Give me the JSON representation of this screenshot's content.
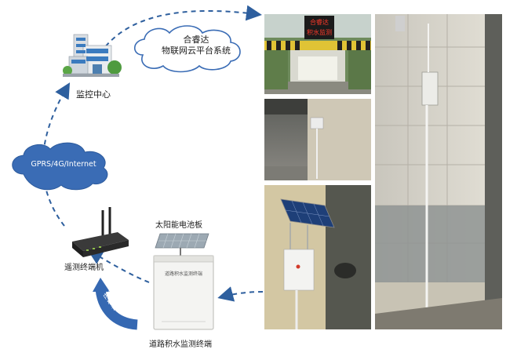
{
  "labels": {
    "monitoring_center": "监控中心",
    "cloud_platform_line1": "合睿达",
    "cloud_platform_line2": "物联网云平台系统",
    "network": "GPRS/4G/Internet",
    "telemetry_terminal": "遥测终端机",
    "solar_panel": "太阳能电池板",
    "monitoring_terminal": "道路积水监测终端",
    "core_device": "内部核心设备",
    "enclosure_text": "道路积水监测终端"
  },
  "colors": {
    "arrow": "#2e5f9e",
    "cloud_fill": "#3a6cb5",
    "cloud_outline": "#3a6cb5"
  },
  "led_sign": {
    "line1": "合睿达",
    "line2": "积水监测"
  }
}
